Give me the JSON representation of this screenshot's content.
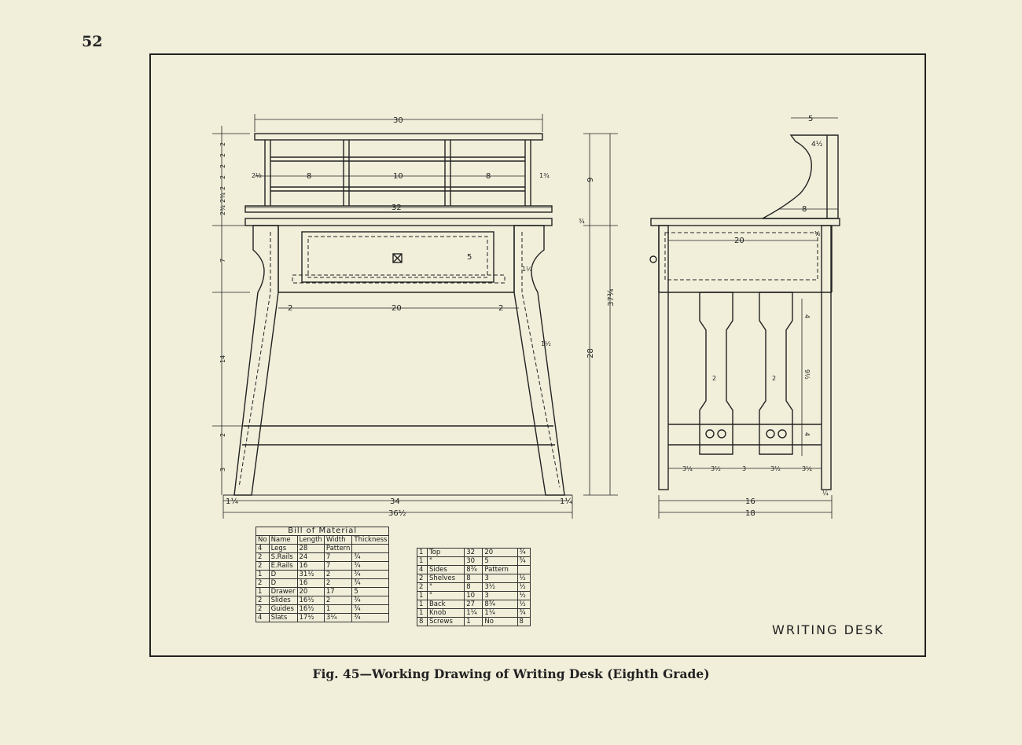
{
  "page": {
    "number": "52"
  },
  "caption": "Fig. 45—Working Drawing of Writing Desk (Eighth Grade)",
  "drawing": {
    "title": "WRITING DESK",
    "front_view": {
      "top_width": "30",
      "compartments": [
        "8",
        "10",
        "8"
      ],
      "shelf_width": "32",
      "overall_height": "37¾",
      "leg_height": "28",
      "upper_height": "9",
      "drawer_width": "20",
      "drawer_height": "5",
      "rail_offsets": [
        "2",
        "2"
      ],
      "left_heights": [
        "2",
        "2",
        "2",
        "2",
        "2",
        "2¾",
        "2¾",
        "7",
        "14",
        "2",
        "3"
      ],
      "side_dims": [
        "2½",
        "1½"
      ],
      "base_inner": "34",
      "base_outer": "36½",
      "foot_dims": [
        "1¼",
        "1¼"
      ],
      "misc": [
        "¾",
        "1¼",
        "1¾"
      ]
    },
    "side_view": {
      "top_width": "5",
      "bracket_width": "4½",
      "shelf_depth": "8",
      "table_depth": "20",
      "base_inner": "16",
      "base_outer": "18",
      "slat_spacings": [
        "3¼",
        "3½",
        "3",
        "3½",
        "3¼"
      ],
      "slat_width": "2",
      "slat_heights": [
        "4",
        "9½",
        "4"
      ],
      "misc": [
        "½",
        "¼"
      ]
    }
  },
  "bill_left": {
    "title": "Bill of Material",
    "headers": [
      "No",
      "Name",
      "Length",
      "Width",
      "Thickness"
    ],
    "rows": [
      [
        "4",
        "Legs",
        "28",
        "Pattern",
        ""
      ],
      [
        "2",
        "S.Rails",
        "24",
        "7",
        "¾"
      ],
      [
        "2",
        "E.Rails",
        "16",
        "7",
        "¾"
      ],
      [
        "1",
        "D",
        "31½",
        "2",
        "¾"
      ],
      [
        "2",
        "D",
        "16",
        "2",
        "¾"
      ],
      [
        "1",
        "Drawer",
        "20",
        "17",
        "5"
      ],
      [
        "2",
        "Slides",
        "16½",
        "2",
        "¾"
      ],
      [
        "2",
        "Guides",
        "16½",
        "1",
        "¾"
      ],
      [
        "4",
        "Slats",
        "17½",
        "3¼",
        "¾"
      ]
    ]
  },
  "bill_right": {
    "rows": [
      [
        "1",
        "Top",
        "32",
        "20",
        "¾"
      ],
      [
        "1",
        "\"",
        "30",
        "5",
        "¾"
      ],
      [
        "4",
        "Sides",
        "8¾",
        "Pattern",
        ""
      ],
      [
        "2",
        "Shelves",
        "8",
        "3",
        "½"
      ],
      [
        "2",
        "\"",
        "8",
        "3½",
        "½"
      ],
      [
        "1",
        "\"",
        "10",
        "3",
        "½"
      ],
      [
        "1",
        "Back",
        "27",
        "8¾",
        "½"
      ],
      [
        "1",
        "Knob",
        "1¼",
        "1¼",
        "¾"
      ],
      [
        "8",
        "Screws",
        "1",
        "No",
        "8"
      ]
    ]
  }
}
